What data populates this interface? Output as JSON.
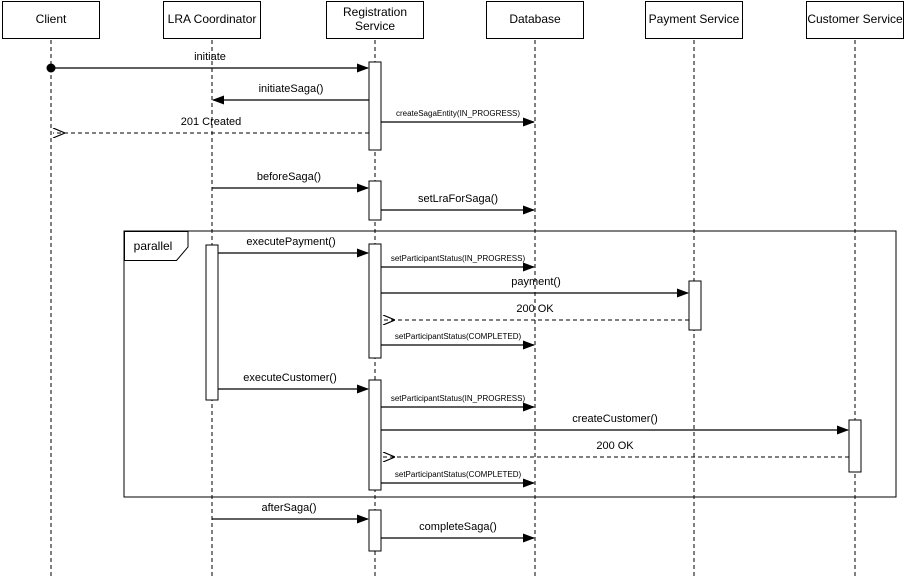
{
  "diagram": {
    "type": "uml-sequence",
    "background_color": "#ffffff",
    "stroke_color": "#000000",
    "text_color": "#000000",
    "participants": [
      {
        "id": "client",
        "label": "Client"
      },
      {
        "id": "lra-coordinator",
        "label": "LRA Coordinator"
      },
      {
        "id": "registration-service",
        "label": "Registration Service"
      },
      {
        "id": "database",
        "label": "Database"
      },
      {
        "id": "payment-service",
        "label": "Payment Service"
      },
      {
        "id": "customer-service",
        "label": "Customer Service"
      }
    ],
    "fragment": {
      "operator": "parallel"
    },
    "messages": [
      {
        "label": "initiate",
        "from": "Client",
        "to": "Registration Service",
        "line": "solid"
      },
      {
        "label": "initiateSaga()",
        "from": "Registration Service",
        "to": "LRA Coordinator",
        "line": "solid"
      },
      {
        "label": "createSagaEntity(IN_PROGRESS)",
        "from": "Registration Service",
        "to": "Database",
        "line": "solid"
      },
      {
        "label": "201 Created",
        "from": "Registration Service",
        "to": "Client",
        "line": "dashed"
      },
      {
        "label": "beforeSaga()",
        "from": "LRA Coordinator",
        "to": "Registration Service",
        "line": "solid"
      },
      {
        "label": "setLraForSaga()",
        "from": "Registration Service",
        "to": "Database",
        "line": "solid"
      },
      {
        "label": "executePayment()",
        "from": "LRA Coordinator",
        "to": "Registration Service",
        "line": "solid"
      },
      {
        "label": "setParticipantStatus(IN_PROGRESS)",
        "from": "Registration Service",
        "to": "Database",
        "line": "solid"
      },
      {
        "label": "payment()",
        "from": "Registration Service",
        "to": "Payment Service",
        "line": "solid"
      },
      {
        "label": "200 OK",
        "from": "Payment Service",
        "to": "Registration Service",
        "line": "dashed"
      },
      {
        "label": "setParticipantStatus(COMPLETED)",
        "from": "Registration Service",
        "to": "Database",
        "line": "solid"
      },
      {
        "label": "executeCustomer()",
        "from": "LRA Coordinator",
        "to": "Registration Service",
        "line": "solid"
      },
      {
        "label": "setParticipantStatus(IN_PROGRESS)",
        "from": "Registration Service",
        "to": "Database",
        "line": "solid"
      },
      {
        "label": "createCustomer()",
        "from": "Registration Service",
        "to": "Customer Service",
        "line": "solid"
      },
      {
        "label": "200 OK",
        "from": "Customer Service",
        "to": "Registration Service",
        "line": "dashed"
      },
      {
        "label": "setParticipantStatus(COMPLETED)",
        "from": "Registration Service",
        "to": "Database",
        "line": "solid"
      },
      {
        "label": "afterSaga()",
        "from": "LRA Coordinator",
        "to": "Registration Service",
        "line": "solid"
      },
      {
        "label": "completeSaga()",
        "from": "Registration Service",
        "to": "Database",
        "line": "solid"
      }
    ]
  }
}
